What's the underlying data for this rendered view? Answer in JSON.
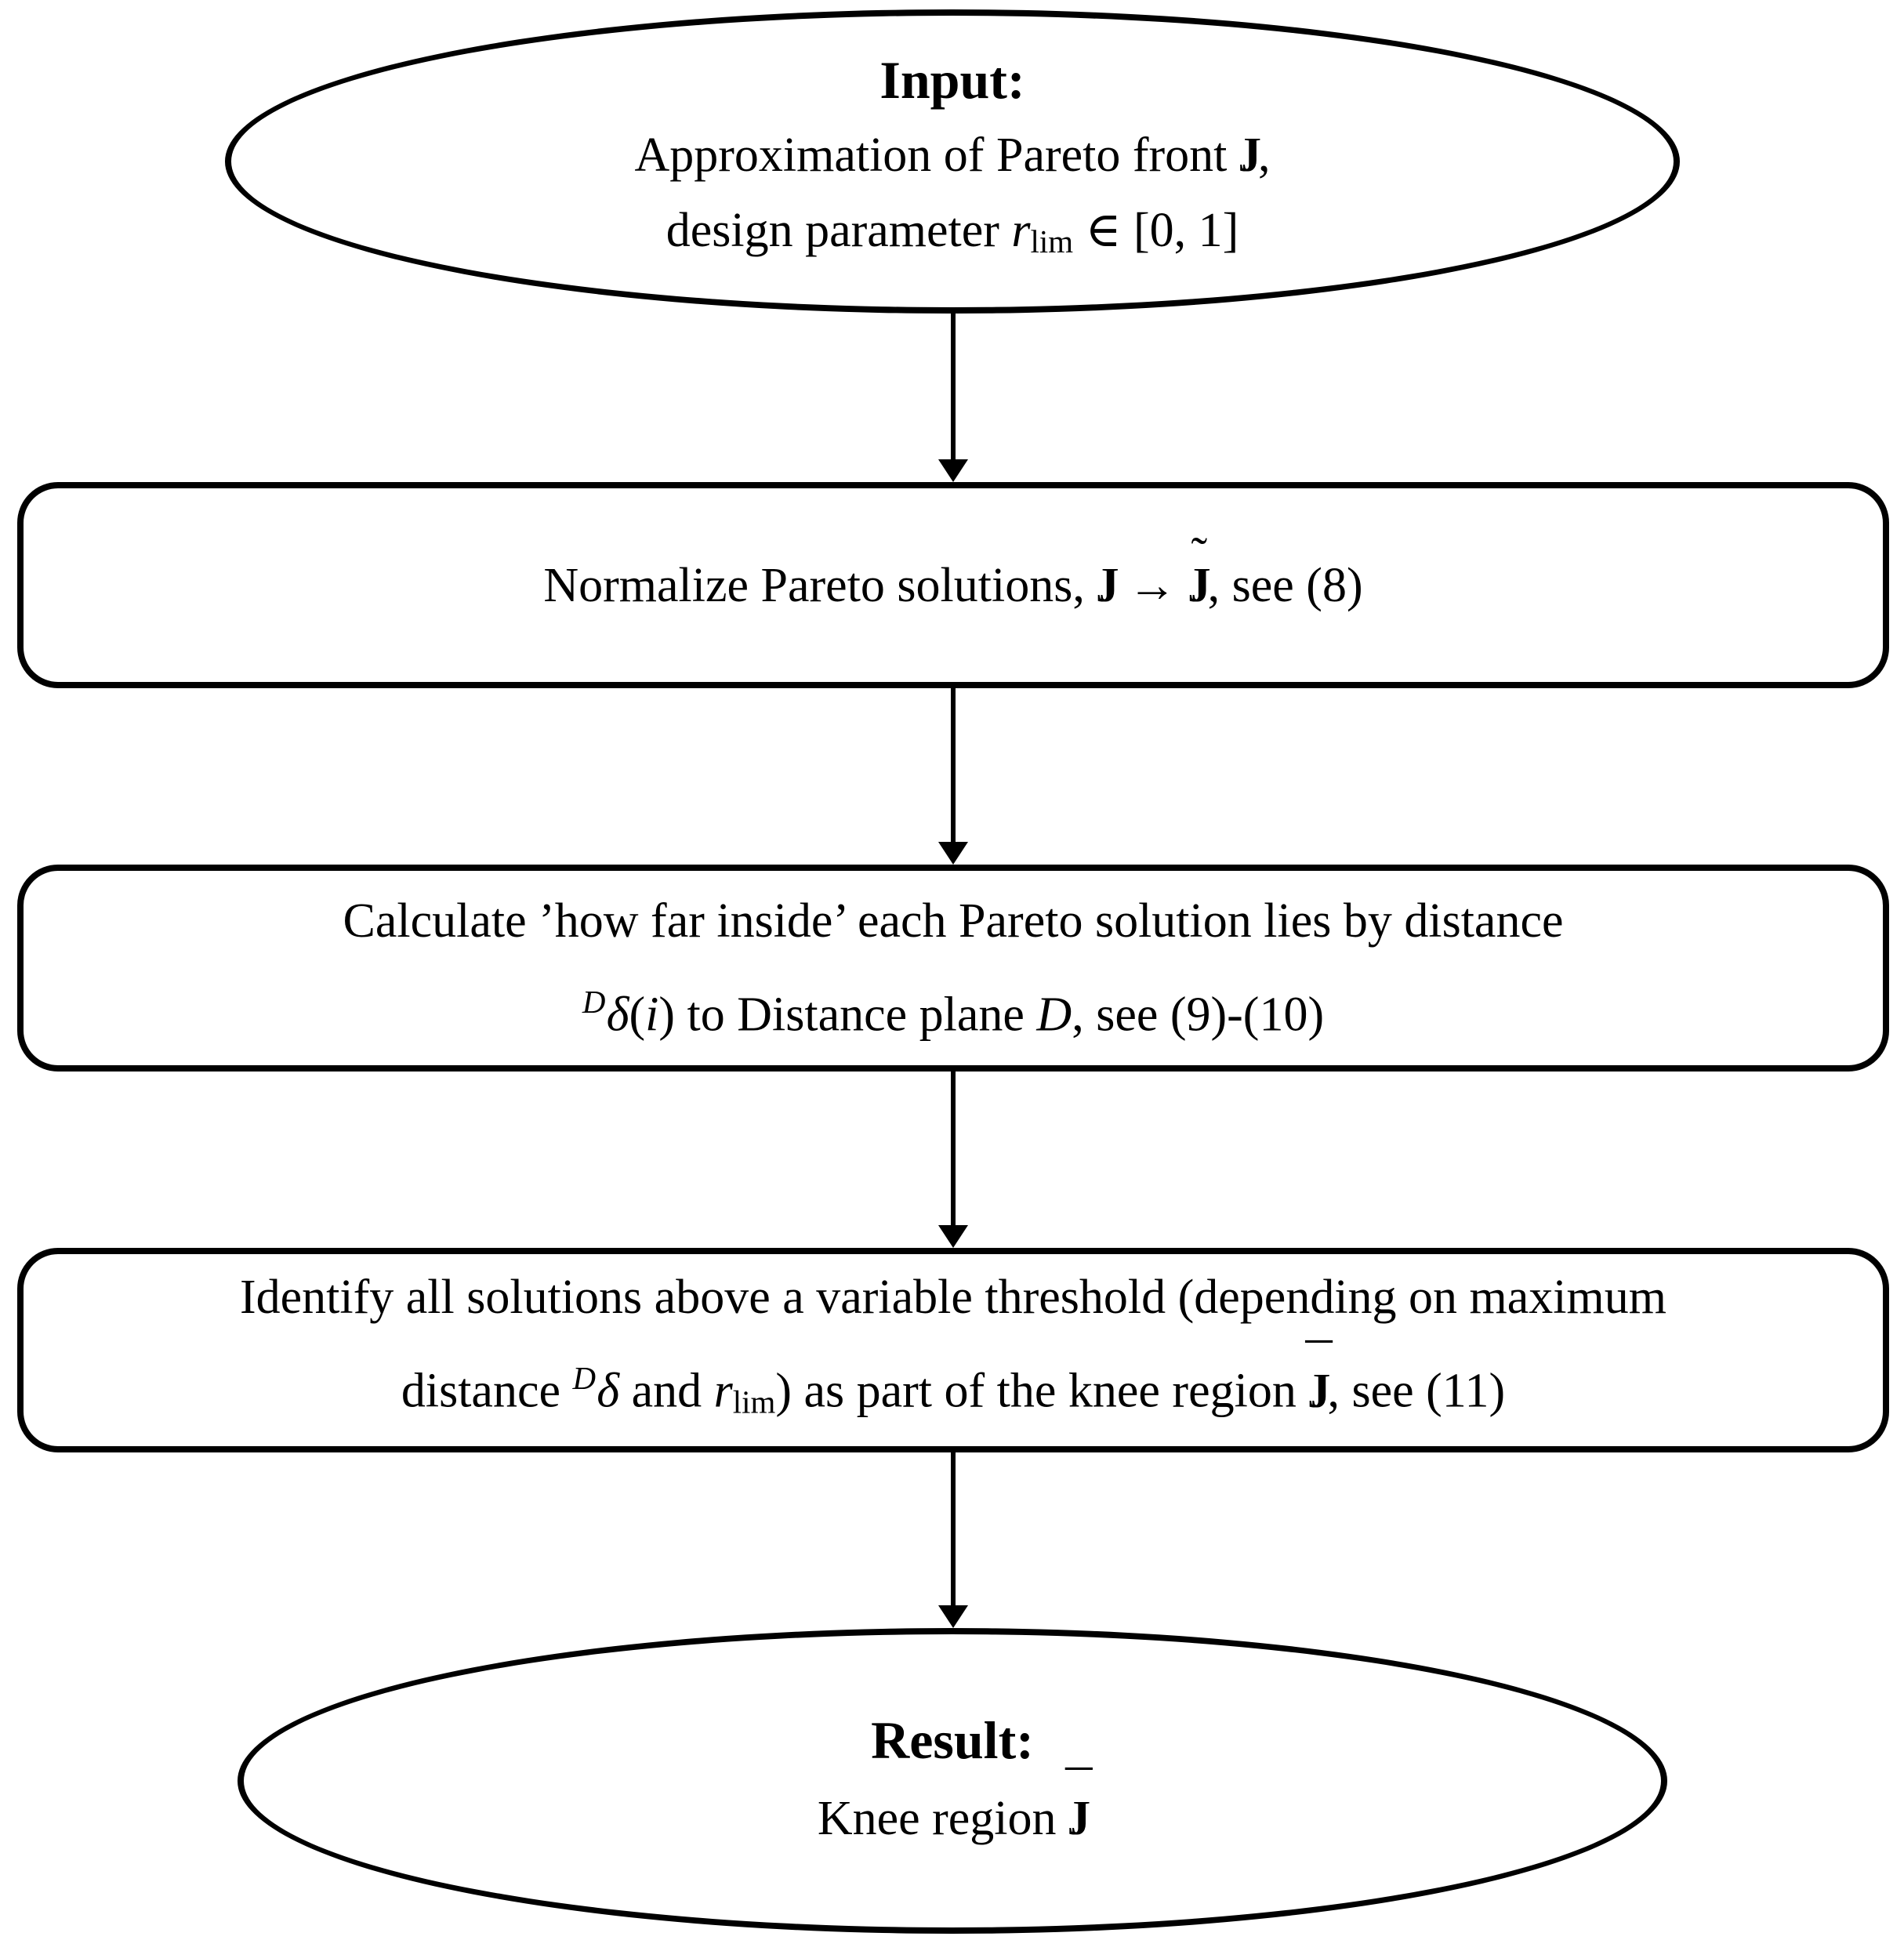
{
  "colors": {
    "stroke": "#000000",
    "background": "#ffffff",
    "text": "#000000"
  },
  "sym": {
    "J": "J",
    "tilde": "˜",
    "bar": "¯",
    "delta": "δ",
    "scriptD": "D",
    "r": "r",
    "lim": "lim",
    "i": "i"
  },
  "input": {
    "title": "Input:",
    "l1a": "Approximation of Pareto front ",
    "l1b": ",",
    "l2a": "design parameter ",
    "l2b": " ∈ [0, 1]"
  },
  "normalize": {
    "a": "Normalize Pareto solutions, ",
    "b": " → ",
    "c": ", see (8)"
  },
  "calculate": {
    "l1": "Calculate ’how far inside’ each Pareto solution lies by distance",
    "l2a": "(",
    "l2b": ") to Distance plane ",
    "l2c": ", see (9)-(10)"
  },
  "identify": {
    "l1": "Identify all solutions above a variable threshold (depending on maximum",
    "l2a": "distance ",
    "l2b": " and ",
    "l2c": ") as part of the knee region ",
    "l2d": ", see (11)"
  },
  "result": {
    "title": "Result:",
    "l1": "Knee region "
  }
}
